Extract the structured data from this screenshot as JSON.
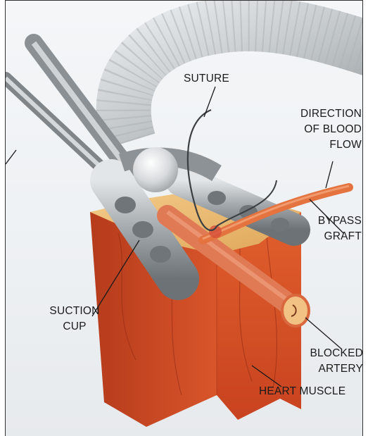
{
  "labels": {
    "suture": "SUTURE",
    "direction_line1": "DIRECTION",
    "direction_line2": "OF BLOOD",
    "direction_line3": "FLOW",
    "bypass_line1": "BYPASS",
    "bypass_line2": "GRAFT",
    "suction_line1": "SUCTION",
    "suction_line2": "CUP",
    "blocked_line1": "BLOCKED",
    "blocked_line2": "ARTERY",
    "heart_muscle": "HEART MUSCLE"
  },
  "colors": {
    "muscle": "#d8542c",
    "muscle_dark": "#a8321a",
    "fat": "#e9b66a",
    "artery": "#e07a55",
    "graft": "#e4733f",
    "metal": "#9fa4a8",
    "tube": "#c9cdd0"
  }
}
